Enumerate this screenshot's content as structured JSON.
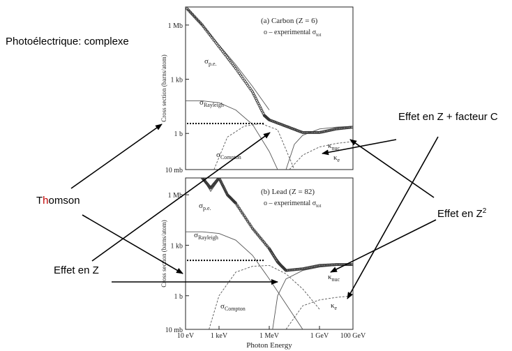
{
  "annotations": {
    "title": "Photoélectrique: complexe",
    "thomson_prefix": "T",
    "thomson_highlight": "h",
    "thomson_suffix": "omson",
    "effet_z": "Effet en Z",
    "effet_z_c": "Effet en Z + facteur C",
    "effet_z2_base": "Effet en Z",
    "effet_z2_exp": "2"
  },
  "colors": {
    "red_letter": "#c00000",
    "curve": "#555555",
    "points": "#333333"
  },
  "chart_data": [
    {
      "type": "line",
      "panel": "(a) Carbon (Z = 6)",
      "legend_marker": "o",
      "legend_text": "– experimental σ",
      "legend_sub": "tot",
      "ylabel": "Cross section (barns/atom)",
      "x_log_eV": true,
      "xlim_log10_eV": [
        1,
        11
      ],
      "ylim_log10_barn": [
        -2,
        7
      ],
      "y_ticks": [
        {
          "label": "1 Mb",
          "v": 6
        },
        {
          "label": "1 kb",
          "v": 3
        },
        {
          "label": "1 b",
          "v": 0
        },
        {
          "label": "10 mb",
          "v": -2
        }
      ],
      "curve_labels": [
        {
          "base": "σ",
          "sub": "p.e."
        },
        {
          "base": "σ",
          "sub": "Rayleigh"
        },
        {
          "base": "σ",
          "sub": "Compton"
        },
        {
          "base": "κ",
          "sub": "nuc"
        },
        {
          "base": "κ",
          "sub": "e"
        }
      ],
      "series": [
        {
          "name": "σp.e.",
          "x": [
            1.1,
            2,
            3,
            4,
            5,
            6
          ],
          "y": [
            6.9,
            6.0,
            4.9,
            3.8,
            2.6,
            1.3
          ]
        },
        {
          "name": "σRayleigh",
          "x": [
            1,
            2,
            3,
            4,
            5,
            6,
            7
          ],
          "y": [
            1.8,
            1.8,
            1.7,
            1.3,
            0.5,
            -1.0,
            -3.0
          ]
        },
        {
          "name": "σCompton",
          "x": [
            2.7,
            3.5,
            4.5,
            5.5,
            6.5,
            7.5
          ],
          "y": [
            -2.0,
            -0.2,
            0.4,
            0.55,
            0.2,
            -2.0
          ]
        },
        {
          "name": "κnuc",
          "x": [
            7.0,
            7.5,
            8.0,
            9.0,
            10.0,
            11.0
          ],
          "y": [
            -2.0,
            -0.6,
            -0.1,
            0.25,
            0.35,
            0.4
          ]
        },
        {
          "name": "κe",
          "x": [
            7.2,
            8.0,
            9.0,
            10.0,
            11.0
          ],
          "y": [
            -2.0,
            -1.2,
            -0.75,
            -0.55,
            -0.45
          ]
        },
        {
          "name": "σtot",
          "x": [
            1.1,
            2,
            3,
            4,
            5,
            5.7,
            6,
            7,
            8,
            9,
            10,
            11
          ],
          "y": [
            6.9,
            6.0,
            4.8,
            3.6,
            2.3,
            1.0,
            0.75,
            0.4,
            0.05,
            0.05,
            0.25,
            0.35
          ]
        }
      ],
      "thomson_level": 0.55,
      "x_ticks": []
    },
    {
      "type": "line",
      "panel": "(b) Lead (Z = 82)",
      "legend_marker": "o",
      "legend_text": "– experimental σ",
      "legend_sub": "tot",
      "ylabel": "Cross section (barns/atom)",
      "x_log_eV": true,
      "xlim_log10_eV": [
        1,
        11
      ],
      "ylim_log10_barn": [
        -2,
        7
      ],
      "y_ticks": [
        {
          "label": "1 Mb",
          "v": 6
        },
        {
          "label": "1 kb",
          "v": 3
        },
        {
          "label": "1 b",
          "v": 0
        },
        {
          "label": "10 mb",
          "v": -2
        }
      ],
      "curve_labels": [
        {
          "base": "σ",
          "sub": "p.e."
        },
        {
          "base": "σ",
          "sub": "Rayleigh"
        },
        {
          "base": "σ",
          "sub": "Compton"
        },
        {
          "base": "κ",
          "sub": "nuc"
        },
        {
          "base": "κ",
          "sub": "e"
        }
      ],
      "series": [
        {
          "name": "σp.e.",
          "x": [
            2,
            2.5,
            3,
            3.5,
            4,
            5,
            6,
            7
          ],
          "y": [
            7.0,
            6.2,
            6.9,
            6.0,
            5.5,
            4.0,
            2.8,
            1.5
          ]
        },
        {
          "name": "σRayleigh",
          "x": [
            1,
            2,
            3,
            4,
            5,
            6,
            7,
            8
          ],
          "y": [
            3.8,
            3.8,
            3.7,
            3.3,
            2.4,
            1.0,
            -0.5,
            -2.0
          ]
        },
        {
          "name": "σCompton",
          "x": [
            2.4,
            3.0,
            4.0,
            5.0,
            6.0,
            7.0,
            8.0,
            9.0
          ],
          "y": [
            -2.0,
            0.0,
            1.4,
            1.75,
            1.8,
            1.3,
            0.4,
            -0.8
          ]
        },
        {
          "name": "κnuc",
          "x": [
            6.2,
            6.5,
            7,
            8,
            9,
            10,
            11
          ],
          "y": [
            -2.0,
            0.0,
            1.0,
            1.5,
            1.7,
            1.8,
            1.85
          ]
        },
        {
          "name": "κe",
          "x": [
            7.0,
            8,
            9,
            10,
            11
          ],
          "y": [
            -2.0,
            -0.6,
            -0.25,
            -0.1,
            0.0
          ]
        },
        {
          "name": "σtot",
          "x": [
            2,
            2.5,
            3,
            3.5,
            4,
            5,
            6,
            6.5,
            7,
            8,
            9,
            10,
            11
          ],
          "y": [
            7.0,
            6.4,
            7.0,
            6.0,
            5.5,
            4.0,
            2.8,
            2.0,
            1.5,
            1.6,
            1.8,
            1.85,
            1.85
          ]
        }
      ],
      "thomson_level": 2.1,
      "x_ticks": [
        {
          "label": "10 eV",
          "v": 1
        },
        {
          "label": "1 keV",
          "v": 3
        },
        {
          "label": "1 MeV",
          "v": 6
        },
        {
          "label": "1 GeV",
          "v": 9
        },
        {
          "label": "100 GeV",
          "v": 11
        }
      ],
      "xlabel": "Photon Energy"
    }
  ]
}
